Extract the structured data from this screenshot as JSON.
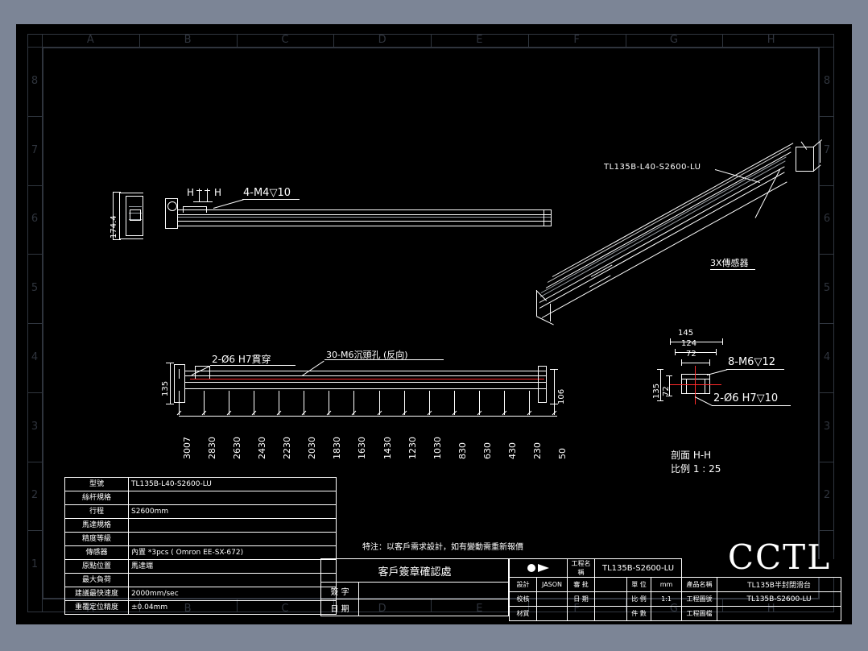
{
  "drawing": {
    "border_letters": [
      "A",
      "B",
      "C",
      "D",
      "E",
      "F",
      "G",
      "H"
    ],
    "border_numbers": [
      "8",
      "7",
      "6",
      "5",
      "4",
      "3",
      "2",
      "1"
    ],
    "iso_label": "TL135B-L40-S2600-LU",
    "sensor_callout": "3X傳感器",
    "section_marks": {
      "left": "H",
      "right": "H"
    },
    "top_view": {
      "height_dim": "174.4",
      "thread_callout": "4-M4▽10"
    },
    "front_view": {
      "left_dim": "135",
      "right_dim": "106",
      "hole_callout_left": "2-Ø6 H7貫穿",
      "hole_callout_right": "30-M6沉頭孔 (反向)",
      "station_dims": [
        "3007",
        "2830",
        "2630",
        "2430",
        "2230",
        "2030",
        "1830",
        "1630",
        "1430",
        "1230",
        "1030",
        "830",
        "630",
        "430",
        "230",
        "50"
      ]
    },
    "section_view": {
      "dims_top": [
        "145",
        "124",
        "72"
      ],
      "dims_left": [
        "135",
        "72"
      ],
      "callout_upper": "8-M6▽12",
      "callout_lower": "2-Ø6  H7▽10",
      "title": "剖面  H-H",
      "scale": "比例  1 : 25"
    }
  },
  "spec_table": {
    "rows": [
      {
        "key": "型號",
        "value": "TL135B-L40-S2600-LU"
      },
      {
        "key": "絲杆規格",
        "value": ""
      },
      {
        "key": "行程",
        "value": "S2600mm"
      },
      {
        "key": "馬達規格",
        "value": ""
      },
      {
        "key": "精度等級",
        "value": ""
      },
      {
        "key": "傳感器",
        "value": "內置 *3pcs ( Omron EE-SX-672)"
      },
      {
        "key": "原點位置",
        "value": "馬達端"
      },
      {
        "key": "最大負荷",
        "value": ""
      },
      {
        "key": "建議最快速度",
        "value": "2000mm/sec"
      },
      {
        "key": "重覆定位精度",
        "value": "±0.04mm"
      }
    ]
  },
  "note": "特注：以客戶需求設計，如有變動需重新報價",
  "signature_block": {
    "title": "客戶簽章確認處",
    "rows": [
      {
        "label": "簽 字",
        "value": ""
      },
      {
        "label": "日 期",
        "value": ""
      }
    ]
  },
  "title_block": {
    "project_label": "工程名稱",
    "project_value": "TL135B-S2600-LU",
    "rows": [
      {
        "c1": "設計",
        "c2": "JASON",
        "c3": "審 批",
        "c4": "",
        "c5": "單 位",
        "c6": "mm",
        "c7": "產品名稱",
        "c8": "TL135B半封閉滑台"
      },
      {
        "c1": "校核",
        "c2": "",
        "c3": "日 期",
        "c4": "",
        "c5": "比 例",
        "c6": "1:1",
        "c7": "工程圖號",
        "c8": "TL135B-S2600-LU"
      },
      {
        "c1": "材質",
        "c2": "",
        "c3": "",
        "c4": "",
        "c5": "件 數",
        "c6": "",
        "c7": "工程圖檔",
        "c8": ""
      }
    ],
    "company": "CCTL"
  }
}
